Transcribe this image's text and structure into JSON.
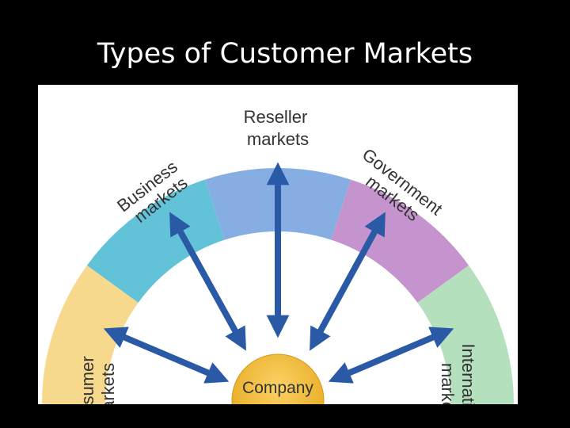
{
  "slide": {
    "title": "Types of Customer Markets"
  },
  "diagram": {
    "center": {
      "label": "Company",
      "color": "#efb425"
    },
    "segments": [
      {
        "id": "consumer",
        "lines": [
          "Consumer",
          "markets"
        ],
        "color": "#f7d98e"
      },
      {
        "id": "business",
        "lines": [
          "Business",
          "markets"
        ],
        "color": "#62c2d7"
      },
      {
        "id": "reseller",
        "lines": [
          "Reseller",
          "markets"
        ],
        "color": "#87aee3"
      },
      {
        "id": "government",
        "lines": [
          "Government",
          "markets"
        ],
        "color": "#c593cd"
      },
      {
        "id": "international",
        "lines": [
          "International",
          "markets"
        ],
        "color": "#b4e0bd"
      }
    ],
    "arrow_color": "#2a5aa6"
  }
}
